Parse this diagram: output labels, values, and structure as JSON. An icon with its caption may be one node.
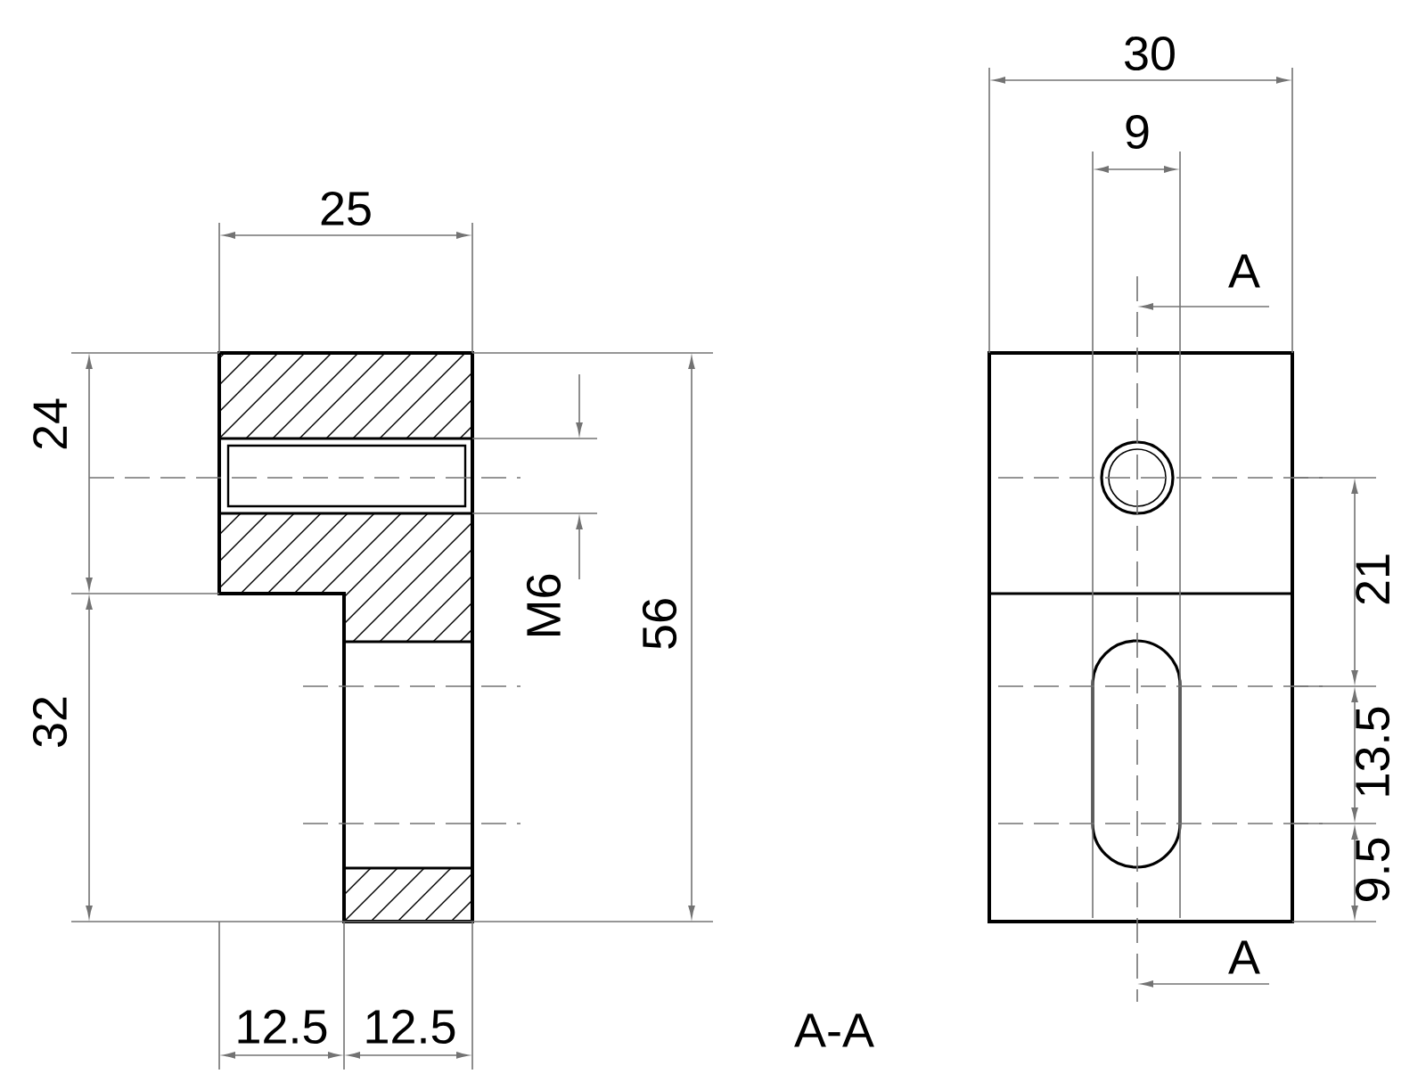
{
  "diagram": {
    "labels": [
      "25",
      "24",
      "M6",
      "56",
      "32",
      "12.5",
      "12.5",
      "A-A",
      "30",
      "9",
      "A",
      "21",
      "13.5",
      "9.5",
      "A"
    ]
  }
}
